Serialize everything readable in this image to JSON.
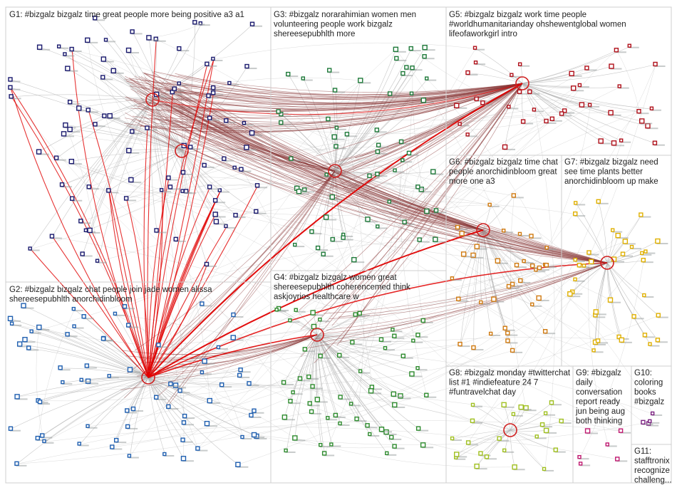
{
  "groups": [
    {
      "id": "G1",
      "label_lines": [
        "G1: #bizgalz bizgalz time great people more being positive a3 a1"
      ],
      "node_color": "#1a1a6e"
    },
    {
      "id": "G2",
      "label_lines": [
        "G2: #bizgalz bizgalz chat people join jade women alissa",
        "shereesepubhlth anorchidinbloom"
      ],
      "node_color": "#1f5fb0"
    },
    {
      "id": "G3",
      "label_lines": [
        "G3: #bizgalz norarahimian women men",
        "volunteering people work bizgalz",
        "shereesepubhlth more"
      ],
      "node_color": "#1f7a3a"
    },
    {
      "id": "G4",
      "label_lines": [
        "G4: #bizgalz bizgalz women great",
        "shereesepubhlth coherencemed think",
        "askjoyrios healthcare w"
      ],
      "node_color": "#2e8b2e"
    },
    {
      "id": "G5",
      "label_lines": [
        "G5: #bizgalz bizgalz work time people",
        "#worldhumanitarianday ohshewentglobal women",
        "lifeofaworkgirl intro"
      ],
      "node_color": "#b0101a"
    },
    {
      "id": "G6",
      "label_lines": [
        "G6: #bizgalz bizgalz time chat",
        "people anorchidinbloom great",
        "more one a3"
      ],
      "node_color": "#d07a10"
    },
    {
      "id": "G7",
      "label_lines": [
        "G7: #bizgalz bizgalz need",
        "see time plants better",
        "anorchidinbloom up make"
      ],
      "node_color": "#e0b000"
    },
    {
      "id": "G8",
      "label_lines": [
        "G8: #bizgalz monday #twitterchat",
        "list #1 #indiefeature 24 7",
        "#funtravelchat day"
      ],
      "node_color": "#a0c020"
    },
    {
      "id": "G9",
      "label_lines": [
        "G9: #bizgalz",
        "daily",
        "conversation",
        "report ready",
        "jun being aug",
        "both thinking"
      ],
      "node_color": "#c01870"
    },
    {
      "id": "G10",
      "label_lines": [
        "G10:",
        "coloring",
        "books",
        "#bizgalz"
      ],
      "node_color": "#7a2080"
    },
    {
      "id": "G11",
      "label_lines": [
        "G11:",
        "stafftronix",
        "recognize",
        "challeng..."
      ],
      "node_color": "#6a6a6a"
    }
  ],
  "edge_colors": {
    "heavy": "#e00000",
    "medium": "#8a3a3a",
    "light": "#b0b0b0"
  }
}
